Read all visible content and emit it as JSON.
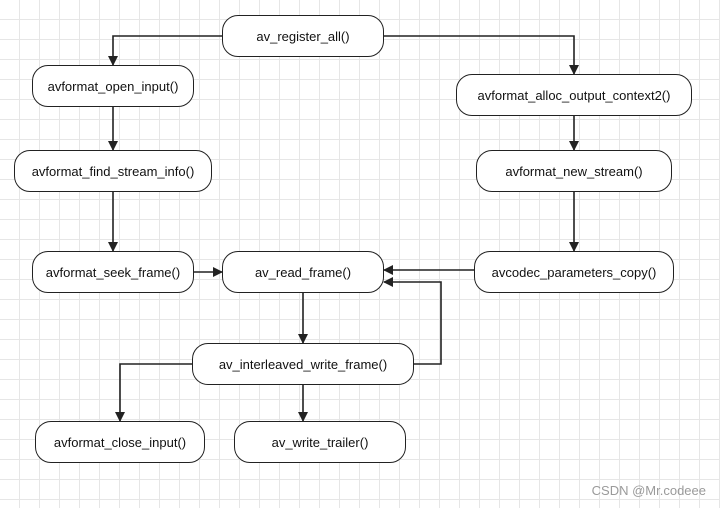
{
  "diagram": {
    "nodes": {
      "register_all": "av_register_all()",
      "open_input": "avformat_open_input()",
      "find_stream_info": "avformat_find_stream_info()",
      "seek_frame": "avformat_seek_frame()",
      "read_frame": "av_read_frame()",
      "interleaved_write_frame": "av_interleaved_write_frame()",
      "close_input": "avformat_close_input()",
      "write_trailer": "av_write_trailer()",
      "alloc_output_context2": "avformat_alloc_output_context2()",
      "new_stream": "avformat_new_stream()",
      "parameters_copy": "avcodec_parameters_copy()"
    },
    "edges": [
      {
        "from": "register_all",
        "to": "open_input"
      },
      {
        "from": "register_all",
        "to": "alloc_output_context2"
      },
      {
        "from": "open_input",
        "to": "find_stream_info"
      },
      {
        "from": "find_stream_info",
        "to": "seek_frame"
      },
      {
        "from": "seek_frame",
        "to": "read_frame"
      },
      {
        "from": "alloc_output_context2",
        "to": "new_stream"
      },
      {
        "from": "new_stream",
        "to": "parameters_copy"
      },
      {
        "from": "parameters_copy",
        "to": "read_frame"
      },
      {
        "from": "read_frame",
        "to": "interleaved_write_frame"
      },
      {
        "from": "interleaved_write_frame",
        "to": "read_frame"
      },
      {
        "from": "interleaved_write_frame",
        "to": "close_input"
      },
      {
        "from": "interleaved_write_frame",
        "to": "write_trailer"
      }
    ],
    "colors": {
      "stroke": "#222222",
      "grid": "#e6e6e6",
      "watermark": "#9a9a9a"
    }
  },
  "watermark": "CSDN @Mr.codeee"
}
